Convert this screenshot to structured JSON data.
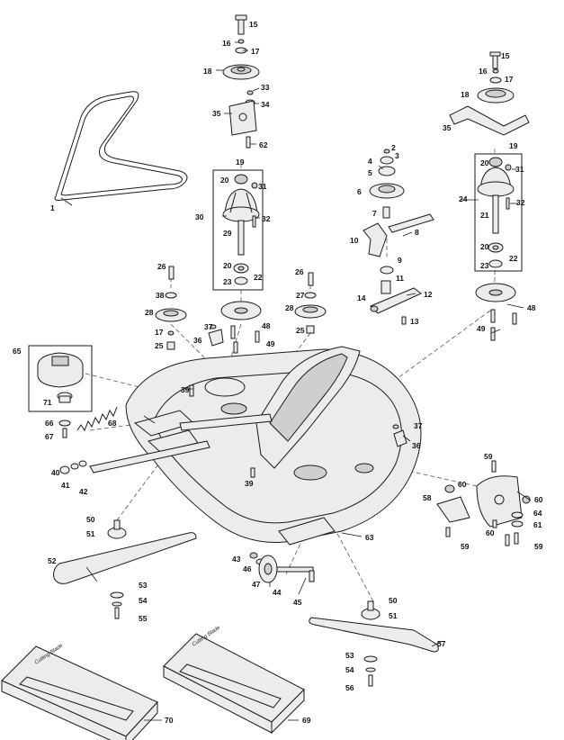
{
  "diagram": {
    "callouts": {
      "c1": "1",
      "c2": "2",
      "c3": "3",
      "c4": "4",
      "c5": "5",
      "c6": "6",
      "c7": "7",
      "c8": "8",
      "c9": "9",
      "c10": "10",
      "c11": "11",
      "c12": "12",
      "c13": "13",
      "c14": "14",
      "c15a": "15",
      "c15b": "15",
      "c16a": "16",
      "c16b": "16",
      "c17a": "17",
      "c17b": "17",
      "c17c": "17",
      "c18a": "18",
      "c18b": "18",
      "c19a": "19",
      "c19b": "19",
      "c20a": "20",
      "c20b": "20",
      "c20c": "20",
      "c20d": "20",
      "c21": "21",
      "c22a": "22",
      "c22b": "22",
      "c23a": "23",
      "c23b": "23",
      "c24": "24",
      "c25a": "25",
      "c25b": "25",
      "c26a": "26",
      "c26b": "26",
      "c27": "27",
      "c28a": "28",
      "c28b": "28",
      "c29": "29",
      "c30": "30",
      "c31a": "31",
      "c31b": "31",
      "c32a": "32",
      "c32b": "32",
      "c33": "33",
      "c34": "34",
      "c35a": "35",
      "c35b": "35",
      "c36a": "36",
      "c36b": "36",
      "c37a": "37",
      "c37b": "37",
      "c38": "38",
      "c39a": "39",
      "c39b": "39",
      "c40": "40",
      "c41": "41",
      "c42": "42",
      "c43": "43",
      "c44": "44",
      "c45": "45",
      "c46": "46",
      "c47": "47",
      "c48a": "48",
      "c48b": "48",
      "c49a": "49",
      "c49b": "49",
      "c50a": "50",
      "c50b": "50",
      "c51a": "51",
      "c51b": "51",
      "c52": "52",
      "c53a": "53",
      "c53b": "53",
      "c54a": "54",
      "c54b": "54",
      "c55": "55",
      "c56": "56",
      "c57": "57",
      "c58": "58",
      "c59a": "59",
      "c59b": "59",
      "c59c": "59",
      "c60a": "60",
      "c60b": "60",
      "c60c": "60",
      "c61": "61",
      "c62": "62",
      "c63": "63",
      "c64": "64",
      "c65": "65",
      "c66": "66",
      "c67": "67",
      "c68": "68",
      "c69": "69",
      "c70": "70",
      "c71": "71"
    },
    "box_label": "Cutting Blade",
    "line_color": "#1a1a1a",
    "part_fill": "#ececec"
  }
}
